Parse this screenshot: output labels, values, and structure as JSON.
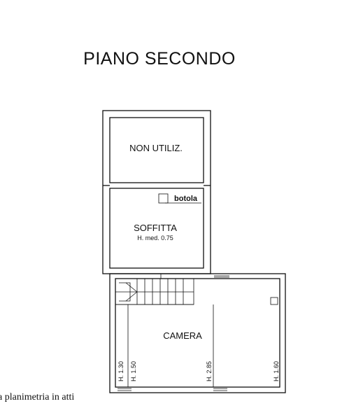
{
  "plan": {
    "title": "PIANO SECONDO",
    "rooms": {
      "unused": "NON UTILIZ.",
      "attic": "SOFFITTA",
      "attic_height": "H. med. 0.75",
      "hatch": "botola",
      "bedroom": "CAMERA"
    },
    "heights": [
      "H. 1.30",
      "H. 1.50",
      "H. 2.85",
      "H. 1.60"
    ],
    "caption": "a planimetria in atti"
  }
}
